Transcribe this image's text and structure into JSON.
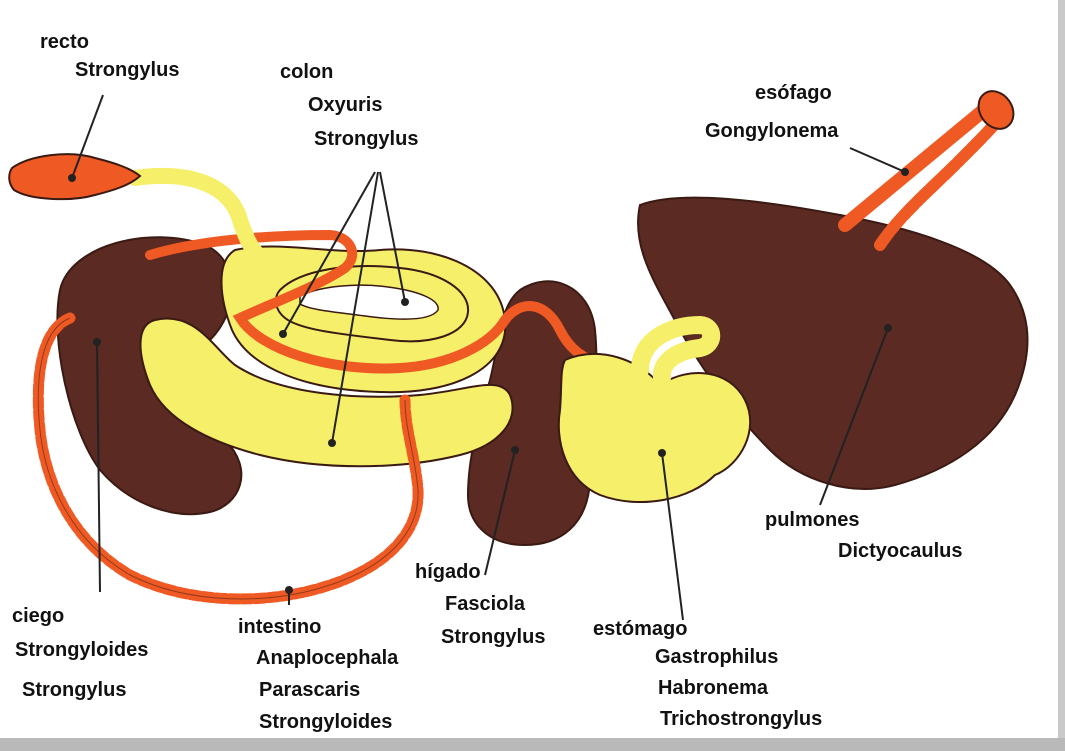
{
  "colors": {
    "background": "#ffffff",
    "intestine_yellow": "#f5ef6a",
    "organ_brown": "#5b2a22",
    "tube_orange": "#ef5a24",
    "outline": "#3a1a12",
    "leader_line": "#222222",
    "frame": "#bdbdbd"
  },
  "organs": {
    "recto": {
      "name": "recto",
      "parasites": [
        "Strongylus"
      ]
    },
    "colon": {
      "name": "colon",
      "parasites": [
        "Oxyuris",
        "Strongylus"
      ]
    },
    "esofago": {
      "name": "esófago",
      "parasites": [
        "Gongylonema"
      ]
    },
    "pulmones": {
      "name": "pulmones",
      "parasites": [
        "Dictyocaulus"
      ]
    },
    "ciego": {
      "name": "ciego",
      "parasites": [
        "Strongyloides",
        "Strongylus"
      ]
    },
    "intestino": {
      "name": "intestino",
      "parasites": [
        "Anaplocephala",
        "Parascaris",
        "Strongyloides"
      ]
    },
    "higado": {
      "name": "hígado",
      "parasites": [
        "Fasciola",
        "Strongylus"
      ]
    },
    "estomago": {
      "name": "estómago",
      "parasites": [
        "Gastrophilus",
        "Habronema",
        "Trichostrongylus"
      ]
    }
  }
}
